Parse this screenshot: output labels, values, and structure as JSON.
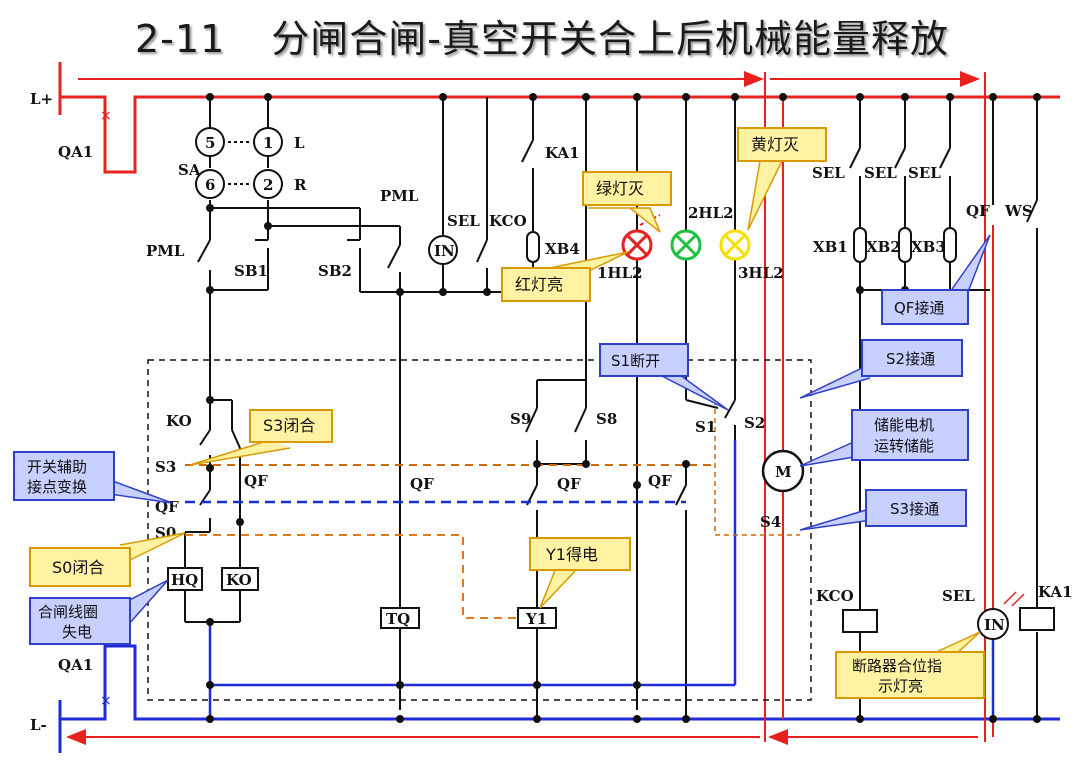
{
  "title": {
    "number": "2-11",
    "text": "分闸合闸-真空开关合上后机械能量释放"
  },
  "colors": {
    "positive_bus": "#e8201e",
    "negative_bus": "#1f2ad8",
    "callout_fill": "#fff3a3",
    "callout_stroke": "#d99a00",
    "callout_alt_fill": "#c8d0ff",
    "callout_alt_stroke": "#3040c8",
    "red_lamp": "#e8201e",
    "green_lamp": "#20c040",
    "yellow_lamp": "#f5e000"
  },
  "labels": {
    "l_plus": "L+",
    "l_minus": "L-",
    "qa1_top": "QA1",
    "qa1_bottom": "QA1",
    "sa": "SA",
    "c5": "5",
    "c1": "1",
    "c6": "6",
    "c2": "2",
    "c_l": "L",
    "c_r": "R",
    "pml_left": "PML",
    "pml_top": "PML",
    "sb1": "SB1",
    "sb2": "SB2",
    "sel_in": "SEL",
    "in_meter": "IN",
    "kco": "KCO",
    "ka1_top": "KA1",
    "xb4": "XB4",
    "hl1": "1HL2",
    "hl2": "2HL2",
    "hl3": "3HL2",
    "sel_a": "SEL",
    "sel_b": "SEL",
    "sel_c": "SEL",
    "xb1": "XB1",
    "xb2": "XB2",
    "xb3": "XB3",
    "qf_top": "QF",
    "ws": "WS",
    "ko_label": "KO",
    "s3": "S3",
    "qf_left": "QF",
    "s0": "S0",
    "qf_mid1": "QF",
    "hq": "HQ",
    "ko_box": "KO",
    "qf_mid2": "QF",
    "tq": "TQ",
    "s9": "S9",
    "s8": "S8",
    "qf_mid3": "QF",
    "y1": "Y1",
    "qf_mid4": "QF",
    "s1": "S1",
    "s2": "S2",
    "s4": "S4",
    "motor": "M",
    "kco_coil": "KCO",
    "sel_bottom": "SEL",
    "in_bottom": "IN",
    "ka1_bottom": "KA1"
  },
  "callouts": {
    "green_off": "绿灯灭",
    "yellow_off": "黄灯灭",
    "red_on": "红灯亮",
    "s3_closed": "S3闭合",
    "aux_contact": [
      "开关辅助",
      "接点变换"
    ],
    "s0_closed": "S0闭合",
    "close_coil": [
      "合闸线圈",
      "失电"
    ],
    "y1_energized": "Y1得电",
    "s1_open": "S1断开",
    "qf_on": "QF接通",
    "s2_on": "S2接通",
    "motor_running": [
      "储能电机",
      "运转储能"
    ],
    "s3_on": "S3接通",
    "breaker_lamp": [
      "断路器合位指",
      "示灯亮"
    ]
  }
}
